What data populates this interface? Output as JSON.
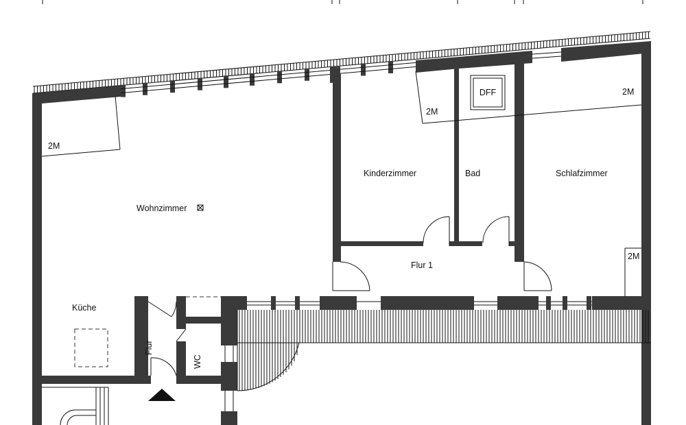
{
  "rooms": {
    "wohnzimmer": "Wohnzimmer",
    "kinderzimmer": "Kinderzimmer",
    "bad": "Bad",
    "schlafzimmer": "Schlafzimmer",
    "flur1": "Flur 1",
    "kueche": "Küche",
    "flur": "Flur",
    "wc": "WC"
  },
  "annotations": {
    "dff": "DFF",
    "twom_1": "2M",
    "twom_2": "2M",
    "twom_3": "2M",
    "twom_4": "2M"
  }
}
